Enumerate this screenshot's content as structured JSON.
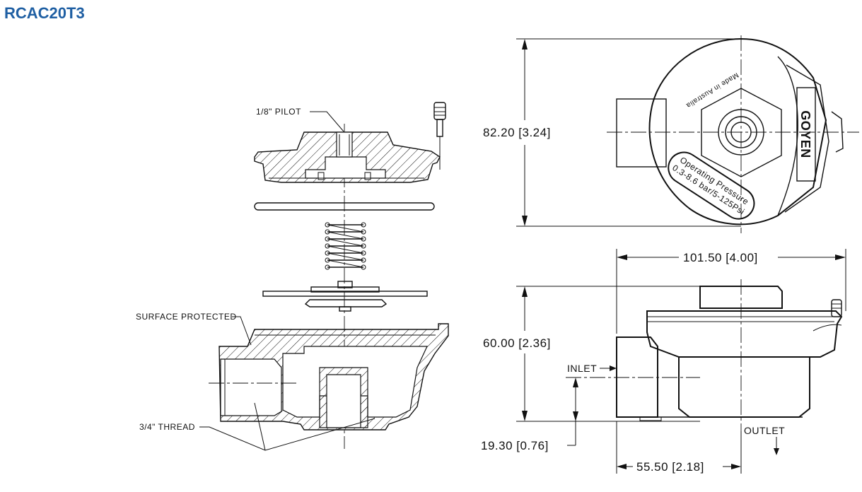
{
  "title": "RCAC20T3",
  "labels": {
    "pilot": "1/8\" PILOT",
    "surface": "SURFACE PROTECTED",
    "thread": "3/4\" THREAD",
    "inlet": "INLET",
    "outlet": "OUTLET"
  },
  "dimensions": {
    "height_top": "82.20 [3.24]",
    "width": "101.50 [4.00]",
    "height_side": "60.00 [2.36]",
    "inlet_height": "19.30 [0.76]",
    "outlet_offset": "55.50 [2.18]"
  },
  "valve_text": {
    "made_in": "Made in Australia",
    "brand": "GOYEN",
    "pressure_line1": "Operating Pressure",
    "pressure_line2": "0.3-8.6 bar/5-125Psi"
  }
}
